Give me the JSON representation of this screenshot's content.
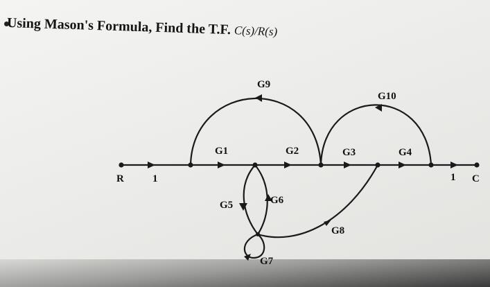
{
  "question": {
    "text": "Using Mason's Formula, Find the T.F.",
    "tf": "C(s)/R(s)"
  },
  "graph": {
    "input_label": "R",
    "output_label": "C",
    "unity_input": "1",
    "unity_output": "1",
    "gains": {
      "g1": "G1",
      "g2": "G2",
      "g3": "G3",
      "g4": "G4",
      "g5": "G5",
      "g6": "G6",
      "g7": "G7",
      "g8": "G8",
      "g9": "G9",
      "g10": "G10"
    }
  }
}
